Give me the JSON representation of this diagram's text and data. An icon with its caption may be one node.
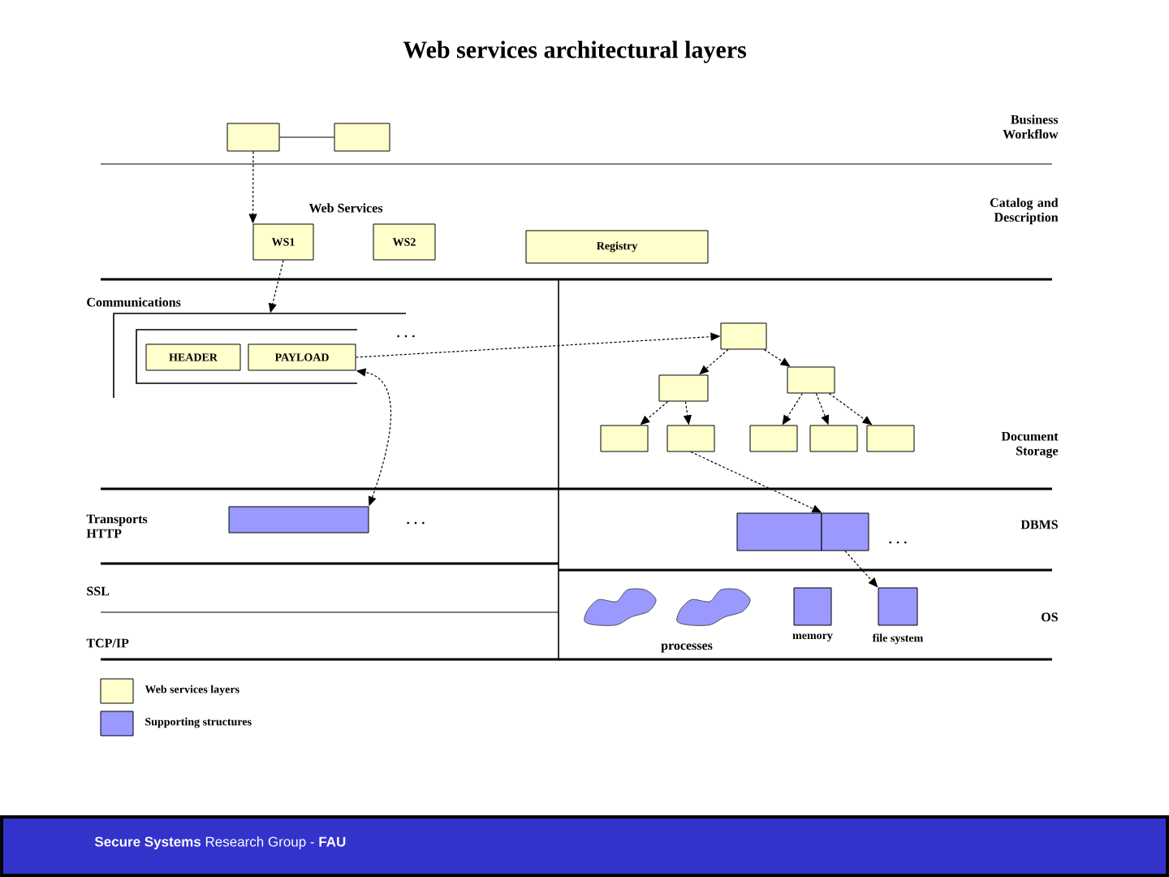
{
  "diagram": {
    "title": "Web services architectural layers",
    "nodes": [
      {
        "text": [],
        "shape": "box"
      },
      {
        "text": [],
        "shape": "box"
      },
      {
        "text": [
          "WS1"
        ]
      },
      {
        "text": [
          "WS2"
        ]
      },
      {
        "text": [
          "Registry"
        ]
      },
      {
        "text": [
          "Communications"
        ]
      },
      {
        "text": [],
        "shape": "box",
        "in": 5
      },
      {
        "text": [
          "HEADER"
        ],
        "in": 6
      },
      {
        "text": [
          "PAYLOAD"
        ],
        "in": 6
      },
      {
        "text": [],
        "shape": "box"
      },
      {
        "text": [],
        "shape": "box"
      },
      {
        "text": [],
        "shape": "box"
      },
      {
        "text": [],
        "shape": "box"
      },
      {
        "text": [],
        "shape": "box"
      },
      {
        "text": [],
        "shape": "box"
      },
      {
        "text": [],
        "shape": "box"
      },
      {
        "text": [],
        "shape": "box"
      },
      {
        "text": [],
        "shape": "box"
      },
      {
        "text": [],
        "shape": "box"
      },
      {
        "text": [],
        "shape": "cloud"
      },
      {
        "text": [],
        "shape": "cloud"
      },
      {
        "text": [],
        "shape": "box",
        "beside": [
          "memory"
        ]
      },
      {
        "text": [],
        "shape": "box",
        "beside": [
          "file system"
        ]
      },
      {
        "text": [],
        "shape": "box"
      }
    ],
    "edges": [
      {
        "from": 0,
        "to": 1,
        "arrow": "none"
      },
      {
        "from": 0,
        "to": 2,
        "arrow": "to",
        "style": "dashed"
      },
      {
        "from": 2,
        "to": 5,
        "arrow": "to",
        "style": "dashed"
      },
      {
        "from": 23,
        "to": 8,
        "arrow": "both",
        "style": "dashed"
      },
      {
        "from": 8,
        "to": 9,
        "arrow": "to",
        "style": "dashed"
      },
      {
        "from": 9,
        "to": 10,
        "arrow": "to",
        "style": "dashed"
      },
      {
        "from": 9,
        "to": 11,
        "arrow": "to",
        "style": "dashed"
      },
      {
        "from": 10,
        "to": 12,
        "arrow": "to",
        "style": "dashed"
      },
      {
        "from": 10,
        "to": 13,
        "arrow": "to",
        "style": "dashed"
      },
      {
        "from": 11,
        "to": 14,
        "arrow": "to",
        "style": "dashed"
      },
      {
        "from": 11,
        "to": 15,
        "arrow": "to",
        "style": "dashed"
      },
      {
        "from": 11,
        "to": 16,
        "arrow": "to",
        "style": "dashed"
      },
      {
        "from": 13,
        "to": 17,
        "arrow": "to",
        "style": "dashed"
      },
      {
        "from": 18,
        "to": 22,
        "arrow": "to",
        "style": "dashed"
      }
    ],
    "labels": [
      "Business Workflow",
      "Web Services",
      "Catalog and Description",
      ". . .",
      "Document Storage",
      "Transports HTTP",
      ". . .",
      "DBMS",
      ". . .",
      "SSL",
      "OS",
      "processes",
      "TCP/IP",
      "**Secure Systems** Research Group - **FAU**"
    ],
    "legend": [
      {
        "text": "Web services layers",
        "color": "#ffffcc"
      },
      {
        "text": "Supporting structures",
        "color": "#9999ff"
      }
    ]
  }
}
